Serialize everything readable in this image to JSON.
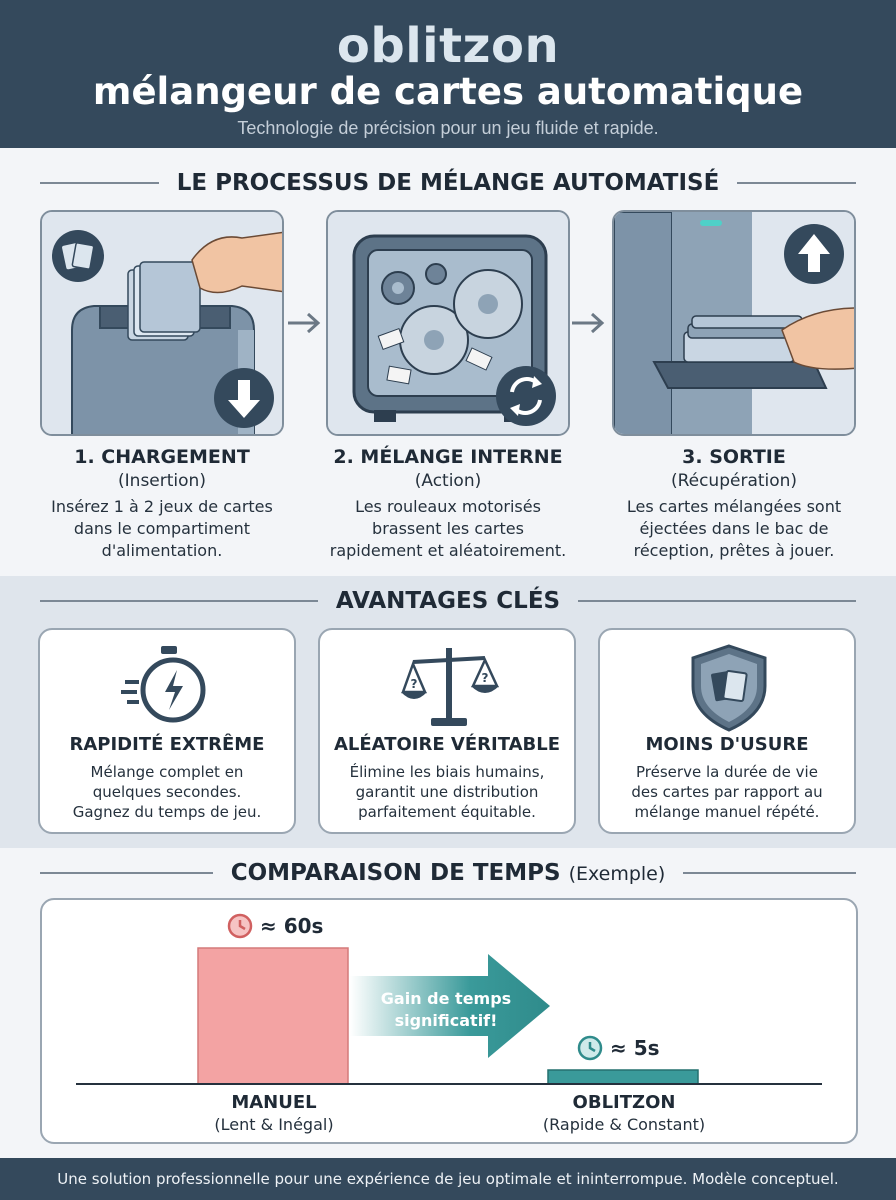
{
  "header": {
    "brand": "oblitzon",
    "subtitle": "mélangeur de cartes automatique",
    "tagline": "Technologie de précision pour un jeu fluide et rapide."
  },
  "process": {
    "title": "LE PROCESSUS DE MÉLANGE AUTOMATISÉ",
    "steps": [
      {
        "title": "1. CHARGEMENT",
        "sub": "(Insertion)",
        "desc": [
          "Insérez 1 à 2 jeux de cartes",
          "dans le compartiment",
          "d'alimentation."
        ],
        "icon": "arrow-down-icon"
      },
      {
        "title": "2. MÉLANGE INTERNE",
        "sub": "(Action)",
        "desc": [
          "Les rouleaux motorisés",
          "brassent les cartes",
          "rapidement et aléatoirement."
        ],
        "icon": "refresh-icon"
      },
      {
        "title": "3. SORTIE",
        "sub": "(Récupération)",
        "desc": [
          "Les cartes mélangées sont",
          "éjectées dans le bac de",
          "réception, prêtes à jouer."
        ],
        "icon": "arrow-up-icon"
      }
    ]
  },
  "advantages": {
    "title": "AVANTAGES CLÉS",
    "items": [
      {
        "title": "RAPIDITÉ EXTRÊME",
        "desc": [
          "Mélange complet en",
          "quelques secondes.",
          "Gagnez du temps de jeu."
        ],
        "icon": "stopwatch-icon"
      },
      {
        "title": "ALÉATOIRE VÉRITABLE",
        "desc": [
          "Élimine les biais humains,",
          "garantit une distribution",
          "parfaitement équitable."
        ],
        "icon": "balance-scale-icon"
      },
      {
        "title": "MOINS D'USURE",
        "desc": [
          "Préserve la durée de vie",
          "des cartes par rapport au",
          "mélange manuel répété."
        ],
        "icon": "shield-icon"
      }
    ]
  },
  "comparison": {
    "title": "COMPARAISON DE TEMPS",
    "title_note": "(Exemple)",
    "arrow_text": [
      "Gain de temps",
      "significatif!"
    ],
    "colors": {
      "manual": "#f3a3a3",
      "oblitzon": "#3a9a9a"
    }
  },
  "chart_data": {
    "type": "bar",
    "categories": [
      "MANUEL",
      "OBLITZON"
    ],
    "category_sublabels": [
      "(Lent & Inégal)",
      "(Rapide & Constant)"
    ],
    "values": [
      60,
      5
    ],
    "data_labels": [
      "≈ 60s",
      "≈ 5s"
    ],
    "title": "COMPARAISON DE TEMPS",
    "xlabel": "",
    "ylabel": "",
    "ylim": [
      0,
      60
    ]
  },
  "footer": {
    "text": "Une solution professionnelle pour une expérience de jeu optimale et ininterrompue. Modèle conceptuel."
  }
}
